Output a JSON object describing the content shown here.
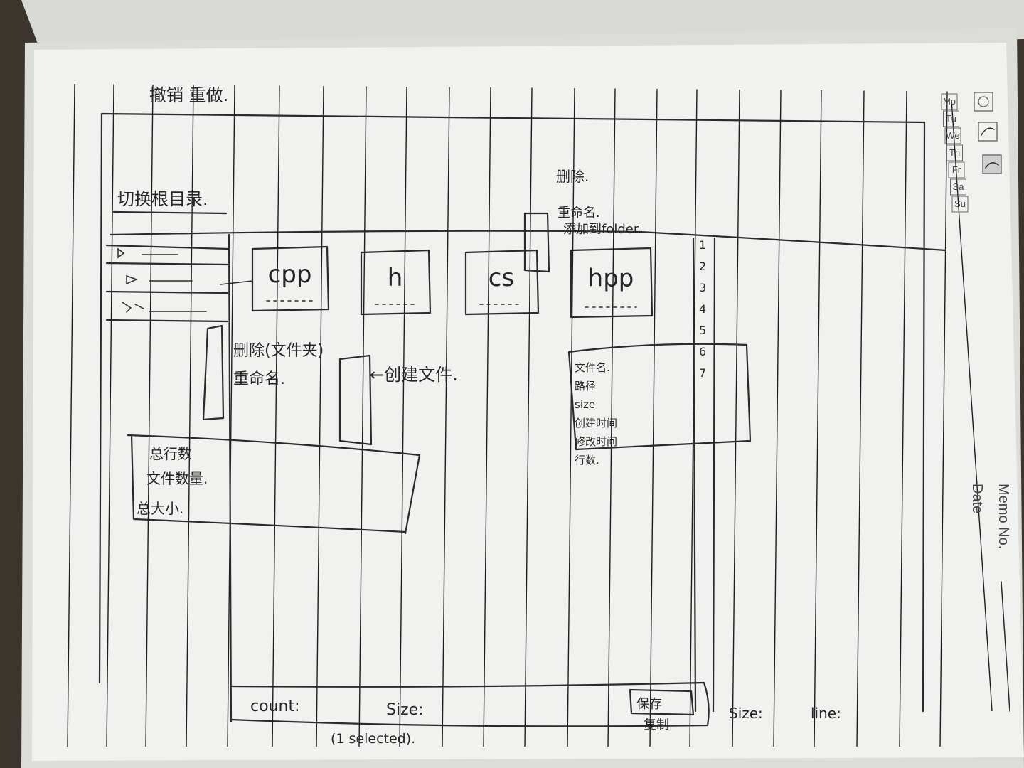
{
  "notebook": {
    "weekdays": [
      "Mo",
      "Tu",
      "We",
      "Th",
      "Fr",
      "Sa",
      "Su"
    ],
    "memo_label": "Memo No.",
    "date_label": "Date"
  },
  "sketch": {
    "top_note": "撤销 重做.",
    "toolbar_note": "切换根目录.",
    "file_tiles": [
      "cpp",
      "h",
      "cs",
      "hpp"
    ],
    "tree_context_menu": [
      "删除(文件夹)",
      "重命名."
    ],
    "context_menu_note": "←创建文件.",
    "top_right_menu": [
      "删除.",
      "重命名.",
      "添加到folder."
    ],
    "file_info_panel": [
      "文件名.",
      "路径",
      "size",
      "创建时间",
      "修改时间",
      "行数."
    ],
    "left_info_panel": [
      "总行数",
      "文件数量.",
      "总大小."
    ],
    "line_numbers": [
      "1",
      "2",
      "3",
      "4",
      "5",
      "6",
      "7"
    ],
    "status_left": [
      "count:",
      "Size:"
    ],
    "status_left_note": "(1 selected).",
    "status_right": [
      "Size:",
      "line:"
    ],
    "status_button": [
      "保存",
      "复制"
    ]
  }
}
